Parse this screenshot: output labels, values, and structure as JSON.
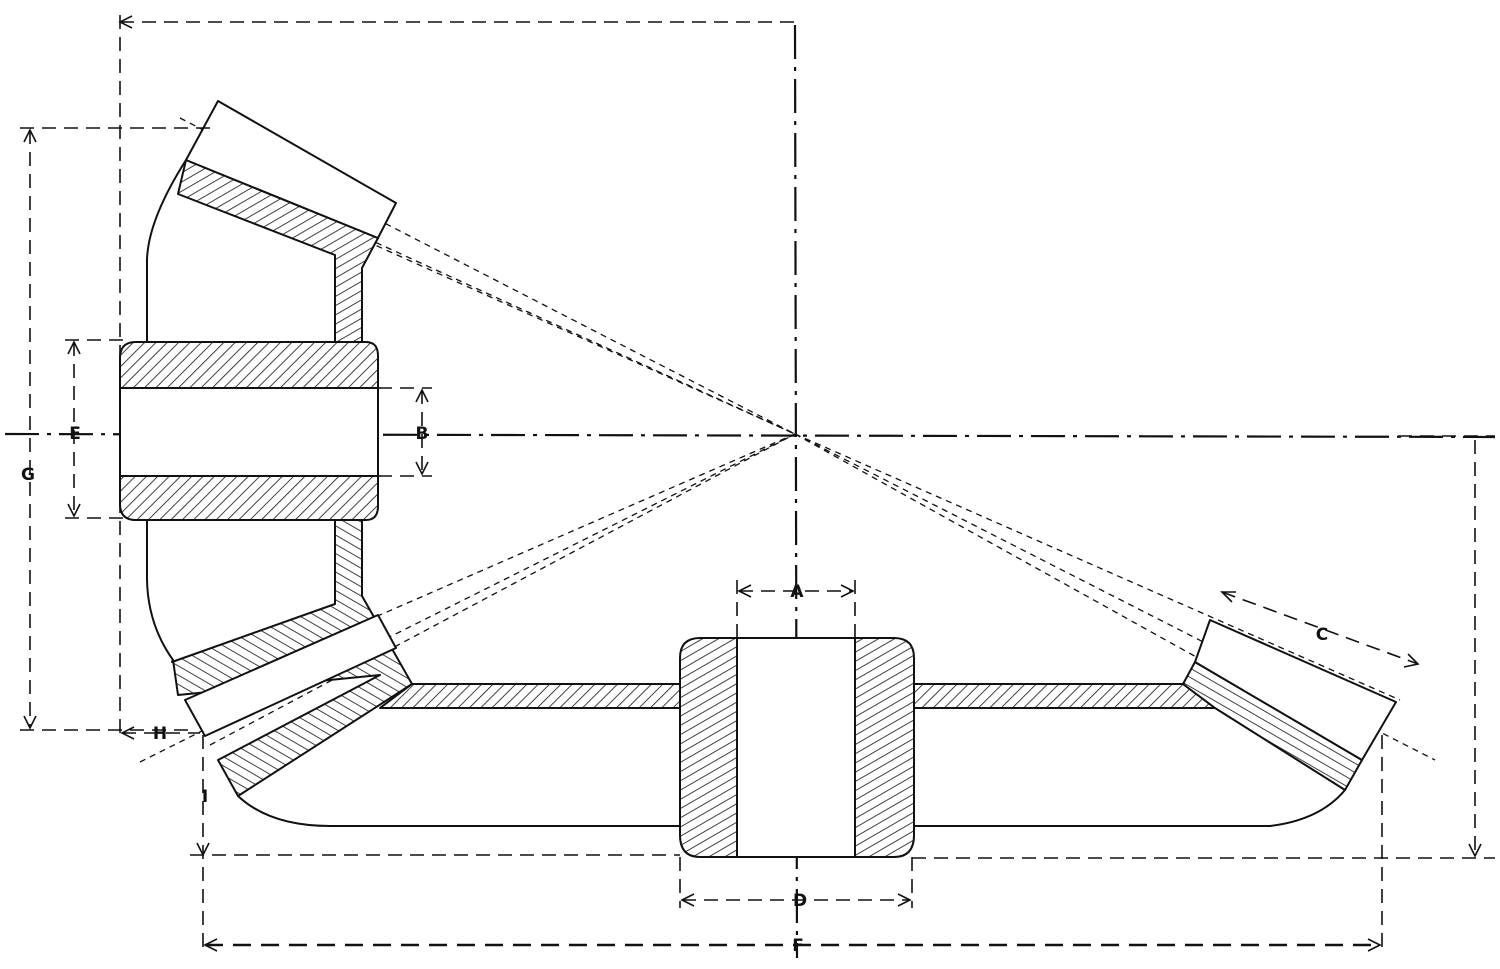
{
  "labels": {
    "A": "A",
    "B": "B",
    "C": "C",
    "D": "D",
    "E": "E",
    "F": "F",
    "G": "G",
    "H": "H",
    "I": "I"
  }
}
